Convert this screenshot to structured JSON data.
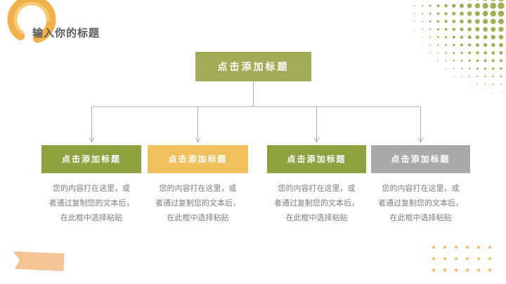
{
  "slide": {
    "title": "输入你的标题"
  },
  "diagram": {
    "root": {
      "label": "点击添加标题",
      "color": "#a2ab55"
    },
    "children": [
      {
        "label": "点击添加标题",
        "color": "#8da23f",
        "body": "您的内容打在这里，或\n者通过复制您的文本后，\n在此框中选择粘贴"
      },
      {
        "label": "点击添加标题",
        "color": "#f0c05c",
        "body": "您的内容打在这里，或\n者通过复制您的文本后，\n在此框中选择粘贴"
      },
      {
        "label": "点击添加标题",
        "color": "#8da23f",
        "body": "您的内容打在这里，或\n者通过复制您的文本后，\n在此框中选择粘贴"
      },
      {
        "label": "点击添加标题",
        "color": "#a9a9a9",
        "body": "您的内容打在这里，或\n者通过复制您的文本后，\n在此框中选择粘贴"
      }
    ],
    "connector_color": "#ababab"
  },
  "decor": {
    "title_color": "#595959",
    "body_text_color": "#7c7c78",
    "brush_color": "#f2b04a",
    "brush_highlight": "#f7ca74",
    "halftone_color": "#a3ad56",
    "dot_grid_color": "#f2bc60",
    "tape_color": "#f5c494"
  }
}
